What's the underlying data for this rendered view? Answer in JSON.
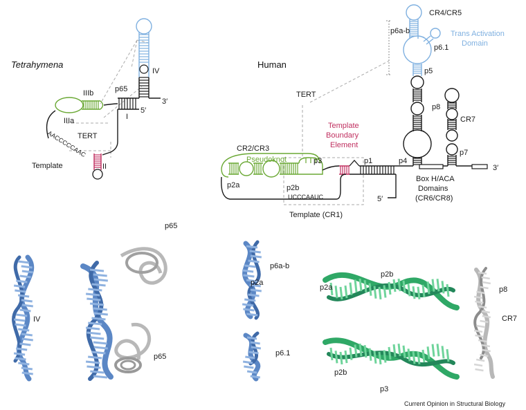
{
  "tetrahymena": {
    "title": "Tetrahymena",
    "stem_IV": "IV",
    "p65": "p65",
    "stem_IIIb": "IIIb",
    "stem_IIIa": "IIIa",
    "stem_I": "I",
    "stem_II": "II",
    "tert": "TERT",
    "three_prime": "3′",
    "five_prime": "5′",
    "template_seq": "AACCCCCAAC",
    "template_label": "Template"
  },
  "human": {
    "title": "Human",
    "cr4_cr5": "CR4/CR5",
    "p6ab": "p6a-b",
    "p61": "p6.1",
    "trans_activation_1": "Trans Activation",
    "trans_activation_2": "Domain",
    "p5": "p5",
    "tert": "TERT",
    "tbe_1": "Template",
    "tbe_2": "Boundary",
    "tbe_3": "Element",
    "p8": "p8",
    "cr7": "CR7",
    "p7": "p7",
    "cr2_cr3": "CR2/CR3",
    "pseudoknot": "Pseudoknot",
    "p3": "p3",
    "p1": "p1",
    "p4": "p4",
    "p2a": "p2a",
    "p2b": "p2b",
    "template_seq": "UCCCAAUC",
    "five_prime": "5′",
    "three_prime": "3′",
    "box_1": "Box H/ACA",
    "box_2": "Domains",
    "box_3": "(CR6/CR8)",
    "template_cr1": "Template (CR1)"
  },
  "structures": {
    "iv": "IV",
    "p65_top": "p65",
    "p65_bottom": "p65",
    "p6ab": "p6a-b",
    "p2a_inset": "p2a",
    "p61": "p6.1",
    "p2a": "p2a",
    "p2b_top": "p2b",
    "p2b_bottom": "p2b",
    "p3": "p3",
    "p8": "p8",
    "cr7": "CR7"
  },
  "footer": "Current Opinion in Structural Biology",
  "colors": {
    "blue": "#7fb0e0",
    "green": "#6aa834",
    "red": "#c03060",
    "black": "#1a1a1a",
    "ribbon_blue": "#5b87c5",
    "ribbon_green": "#2fa866",
    "ribbon_grey": "#b8b8b8"
  }
}
